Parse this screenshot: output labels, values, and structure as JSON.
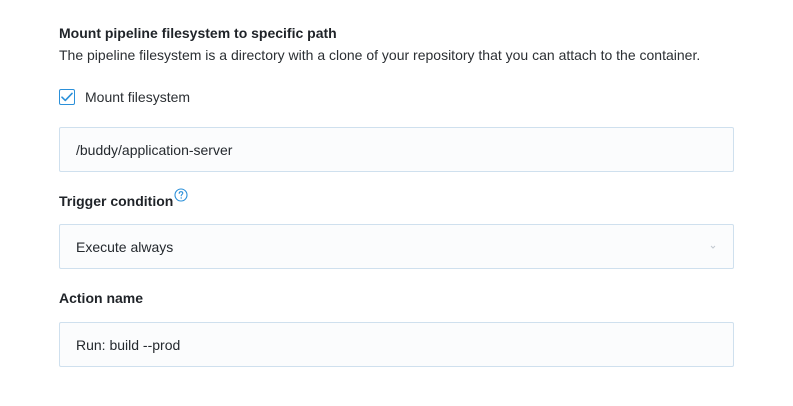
{
  "mount_section": {
    "title": "Mount pipeline filesystem to specific path",
    "description": "The pipeline filesystem is a directory with a clone of your repository that you can attach to the container.",
    "checkbox_label": "Mount filesystem",
    "checkbox_checked": true,
    "path_value": "/buddy/application-server"
  },
  "trigger": {
    "label": "Trigger condition",
    "help_icon": "question-circle-icon",
    "selected": "Execute always",
    "dropdown_icon": "chevron-down-icon"
  },
  "action": {
    "label": "Action name",
    "value": "Run: build --prod"
  },
  "colors": {
    "accent": "#2b90d9",
    "field_border": "#cfe0ee",
    "field_bg": "#fbfcfd"
  }
}
